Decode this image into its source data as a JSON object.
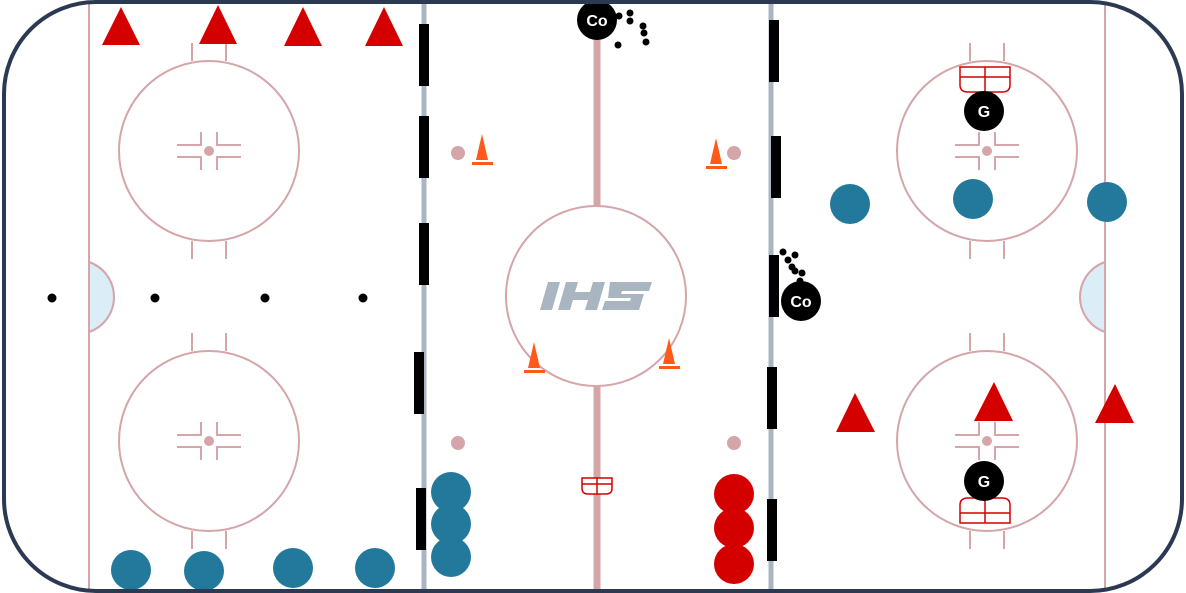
{
  "rink": {
    "logo_text": "IHS",
    "board_color": "#2b3a52",
    "line_color": "#d4a5a9",
    "blue_line_color": "#a9b6c2",
    "crease_color": "#dbeef7"
  },
  "colors": {
    "team_blue": "#23799b",
    "team_red": "#d40000",
    "cone": "#ff5a1a",
    "coach": "#000000",
    "pylon_dark": "#000000",
    "net": "#d40000"
  },
  "coaches": {
    "label": "Co"
  },
  "goalies": {
    "label": "G"
  }
}
